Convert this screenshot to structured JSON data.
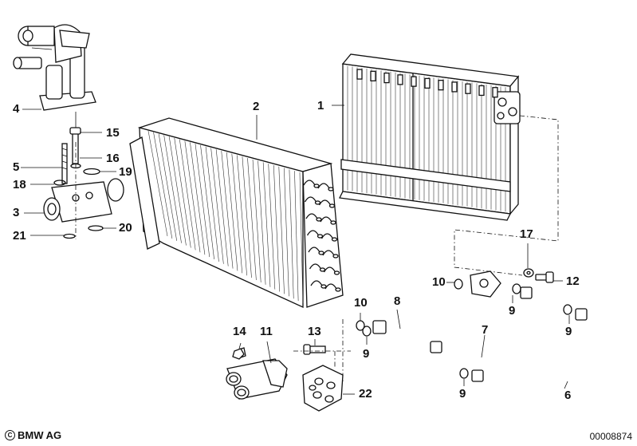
{
  "callouts": {
    "c1": "1",
    "c2": "2",
    "c3": "3",
    "c4": "4",
    "c5": "5",
    "c6": "6",
    "c7": "7",
    "c8": "8",
    "c9a": "9",
    "c9b": "9",
    "c9c": "9",
    "c9d": "9",
    "c10a": "10",
    "c10b": "10",
    "c11": "11",
    "c12": "12",
    "c13": "13",
    "c14": "14",
    "c15": "15",
    "c16": "16",
    "c17": "17",
    "c18": "18",
    "c19": "19",
    "c20": "20",
    "c21": "21",
    "c22": "22"
  },
  "footer": {
    "copyright_symbol": "C",
    "brand": "BMW AG",
    "image_number": "00008874"
  }
}
